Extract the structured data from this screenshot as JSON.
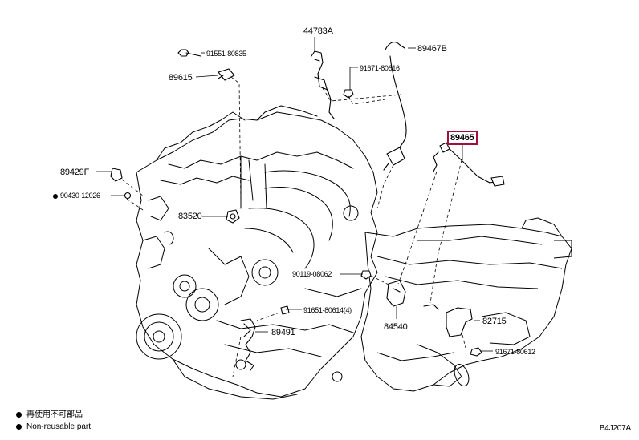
{
  "diagram": {
    "highlight_color": "#a0103a",
    "parts": [
      {
        "id": "p44783A",
        "label": "44783A"
      },
      {
        "id": "p89467B",
        "label": "89467B"
      },
      {
        "id": "p91551",
        "label": "91551-80835"
      },
      {
        "id": "p89615",
        "label": "89615"
      },
      {
        "id": "p91671a",
        "label": "91671-80616"
      },
      {
        "id": "p89465",
        "label": "89465",
        "highlighted": true
      },
      {
        "id": "p89429F",
        "label": "89429F"
      },
      {
        "id": "p90430",
        "label": "90430-12026",
        "non_reusable": true
      },
      {
        "id": "p83520",
        "label": "83520"
      },
      {
        "id": "p90119",
        "label": "90119-08062"
      },
      {
        "id": "p91651",
        "label": "91651-80614(4)"
      },
      {
        "id": "p89491",
        "label": "89491"
      },
      {
        "id": "p84540",
        "label": "84540"
      },
      {
        "id": "p82715",
        "label": "82715"
      },
      {
        "id": "p91671b",
        "label": "91671-80612"
      }
    ]
  },
  "legend": {
    "non_reusable_jp": "再使用不可部品",
    "non_reusable_en": "Non-reusable part"
  },
  "drawing_code": "B4J207A"
}
